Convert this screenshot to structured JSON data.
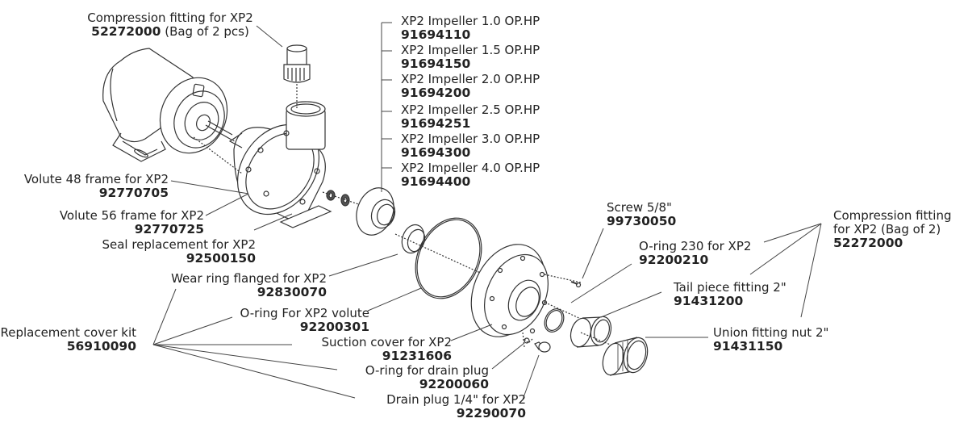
{
  "diagram": {
    "title": "XP2 pump exploded parts diagram",
    "labels": {
      "compression_top": {
        "name": "Compression fitting for XP2",
        "part": "52272000",
        "suffix": " (Bag of 2 pcs)"
      },
      "impeller_1_0": {
        "name": "XP2 Impeller 1.0 OP.HP",
        "part": "91694110"
      },
      "impeller_1_5": {
        "name": "XP2 Impeller 1.5 OP.HP",
        "part": "91694150"
      },
      "impeller_2_0": {
        "name": "XP2 Impeller 2.0 OP.HP",
        "part": "91694200"
      },
      "impeller_2_5": {
        "name": "XP2 Impeller 2.5 OP.HP",
        "part": "91694251"
      },
      "impeller_3_0": {
        "name": "XP2 Impeller 3.0 OP.HP",
        "part": "91694300"
      },
      "impeller_4_0": {
        "name": "XP2 Impeller 4.0 OP.HP",
        "part": "91694400"
      },
      "volute_48": {
        "name": "Volute 48 frame for XP2",
        "part": "92770705"
      },
      "volute_56": {
        "name": "Volute 56 frame for XP2",
        "part": "92770725"
      },
      "seal": {
        "name": "Seal replacement for XP2",
        "part": "92500150"
      },
      "wear_ring": {
        "name": "Wear ring flanged for XP2",
        "part": "92830070"
      },
      "oring_volute": {
        "name": "O-ring For XP2 volute",
        "part": "92200301"
      },
      "cover_kit": {
        "name": "Replacement cover kit",
        "part": "56910090"
      },
      "suction_cover": {
        "name": "Suction cover for XP2",
        "part": "91231606"
      },
      "oring_drain": {
        "name": "O-ring for drain plug",
        "part": "92200060"
      },
      "drain_plug": {
        "name": "Drain plug 1/4\" for XP2",
        "part": "92290070"
      },
      "screw": {
        "name": "Screw 5/8\"",
        "part": "99730050"
      },
      "oring_230": {
        "name": "O-ring 230 for XP2",
        "part": "92200210"
      },
      "tail_piece": {
        "name": "Tail piece fitting 2\"",
        "part": "91431200"
      },
      "union_nut": {
        "name": "Union fitting nut 2\"",
        "part": "91431150"
      },
      "compression_right": {
        "name1": "Compression fitting",
        "name2": "for XP2 (Bag of 2)",
        "part": "52272000"
      }
    }
  }
}
